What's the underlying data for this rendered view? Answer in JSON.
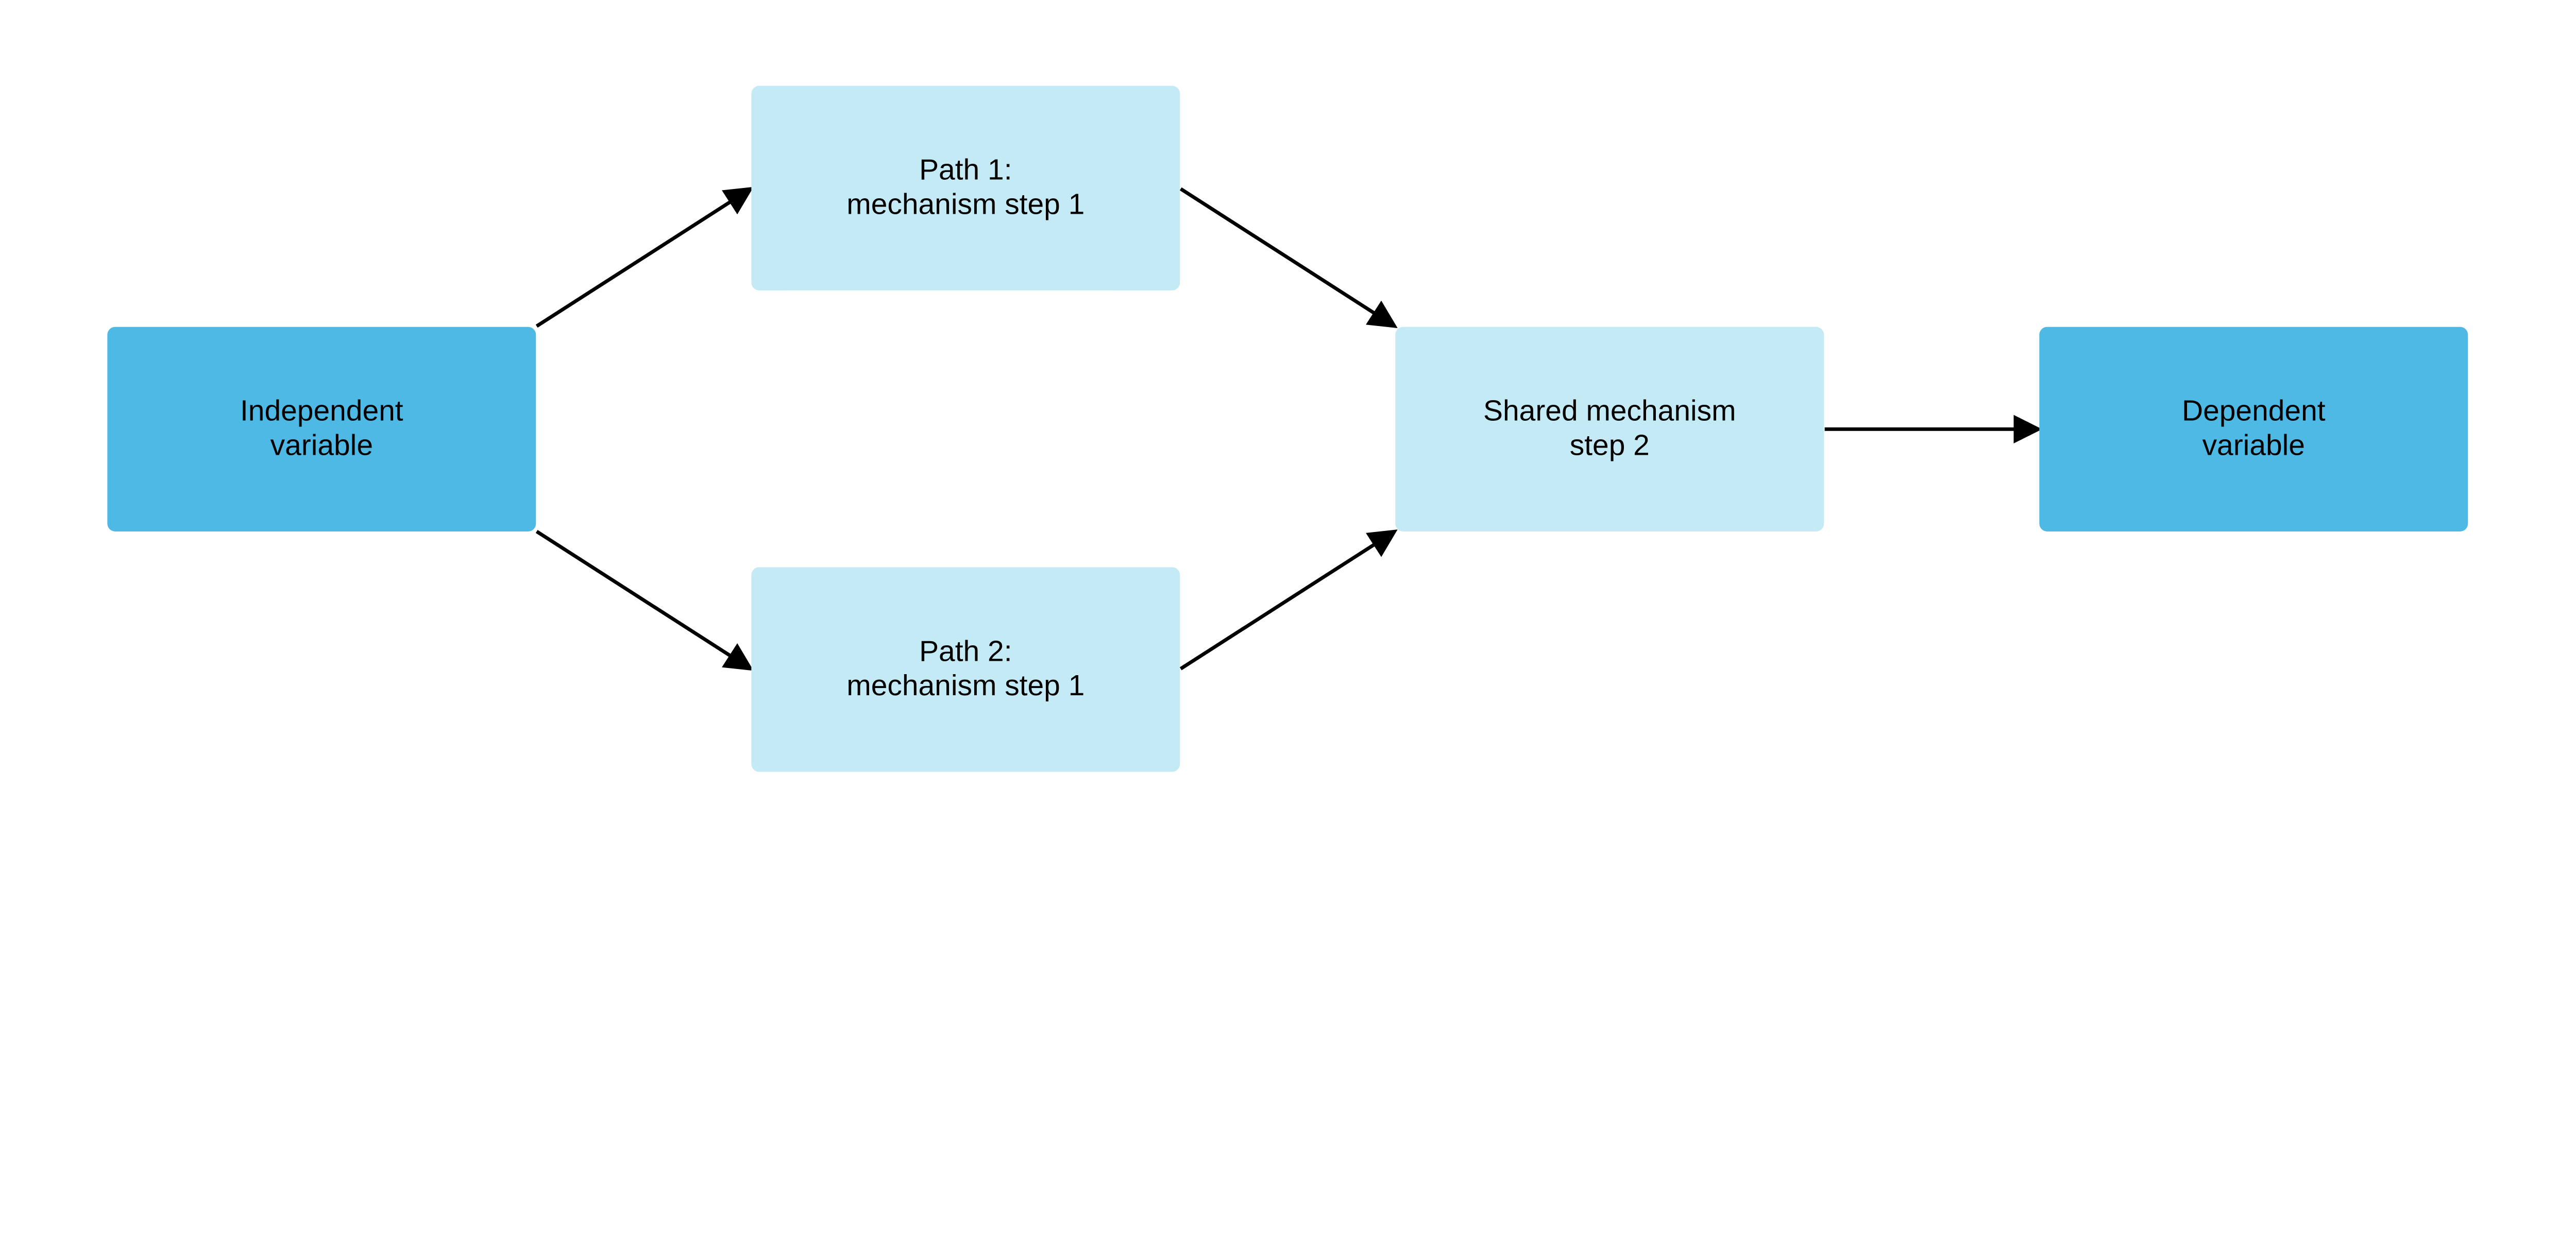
{
  "colors": {
    "primary_node": "#4db9e4",
    "secondary_node": "#c4eaf6",
    "arrow": "#000000"
  },
  "nodes": {
    "independent": {
      "line1": "Independent",
      "line2": "variable"
    },
    "path1": {
      "line1": "Path 1:",
      "line2": "mechanism step 1"
    },
    "path2": {
      "line1": "Path 2:",
      "line2": "mechanism step 1"
    },
    "shared": {
      "line1": "Shared mechanism",
      "line2": "step 2"
    },
    "dependent": {
      "line1": "Dependent",
      "line2": "variable"
    }
  },
  "edges": [
    {
      "from": "independent",
      "to": "path1"
    },
    {
      "from": "independent",
      "to": "path2"
    },
    {
      "from": "path1",
      "to": "shared"
    },
    {
      "from": "path2",
      "to": "shared"
    },
    {
      "from": "shared",
      "to": "dependent"
    }
  ]
}
